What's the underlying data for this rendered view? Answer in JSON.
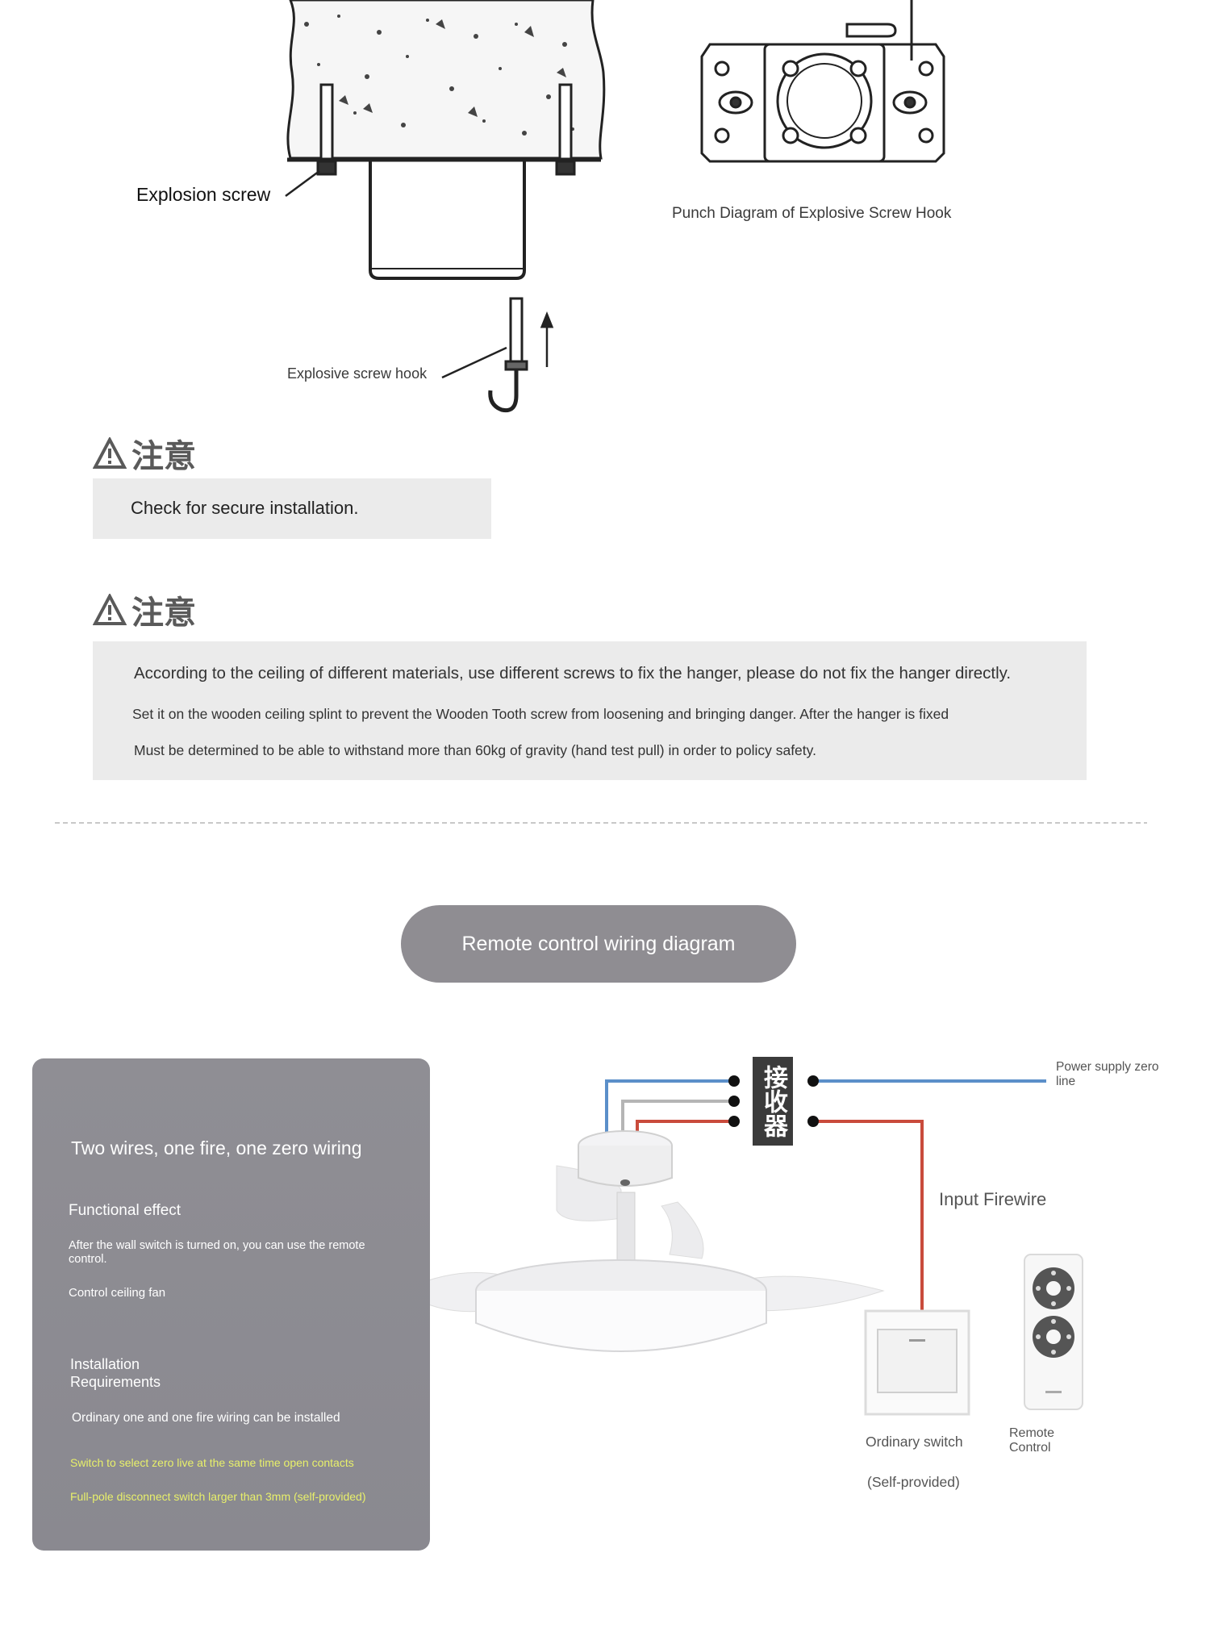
{
  "mount_diagram": {
    "explosion_screw_label": "Explosion screw",
    "hook_label": "Explosive screw hook",
    "punch_diagram_label": "Punch Diagram of Explosive Screw Hook"
  },
  "warnings": [
    {
      "heading": "注意",
      "lines": [
        "Check for secure installation."
      ]
    },
    {
      "heading": "注意",
      "lines": [
        "According to the ceiling of different materials, use different screws to fix the hanger, please do not fix the hanger directly.",
        "Set it on the wooden ceiling splint to prevent the Wooden Tooth screw from loosening and bringing danger. After the hanger is fixed",
        "Must be determined to be able to withstand more than 60kg of gravity (hand test pull) in order to policy safety."
      ]
    }
  ],
  "section_pill": "Remote control wiring diagram",
  "info_panel": {
    "title": "Two wires, one fire, one zero wiring",
    "functional_heading": "Functional effect",
    "functional_text": "After the wall switch is turned on, you can use the remote control.",
    "functional_text2": "Control ceiling fan",
    "install_heading": "Installation Requirements",
    "install_text": "Ordinary one and one fire wiring can be installed",
    "highlight_1": "Switch to select zero live at the same time open contacts",
    "highlight_2": "Full-pole disconnect switch larger than 3mm (self-provided)"
  },
  "wiring": {
    "receiver_text": "接收器",
    "power_label": "Power supply zero line",
    "input_label": "Input Firewire",
    "switch_label": "Ordinary switch",
    "switch_sub": "(Self-provided)",
    "remote_label": "Remote Control"
  },
  "colors": {
    "blue_wire": "#5b8fc9",
    "red_wire": "#c94b3c",
    "gray_wire": "#b5b5b5",
    "panel_bg": "#8f8e94",
    "highlight_text": "#e8f06a",
    "pill_bg": "#8f8d92",
    "note_bg": "#ebebeb"
  }
}
